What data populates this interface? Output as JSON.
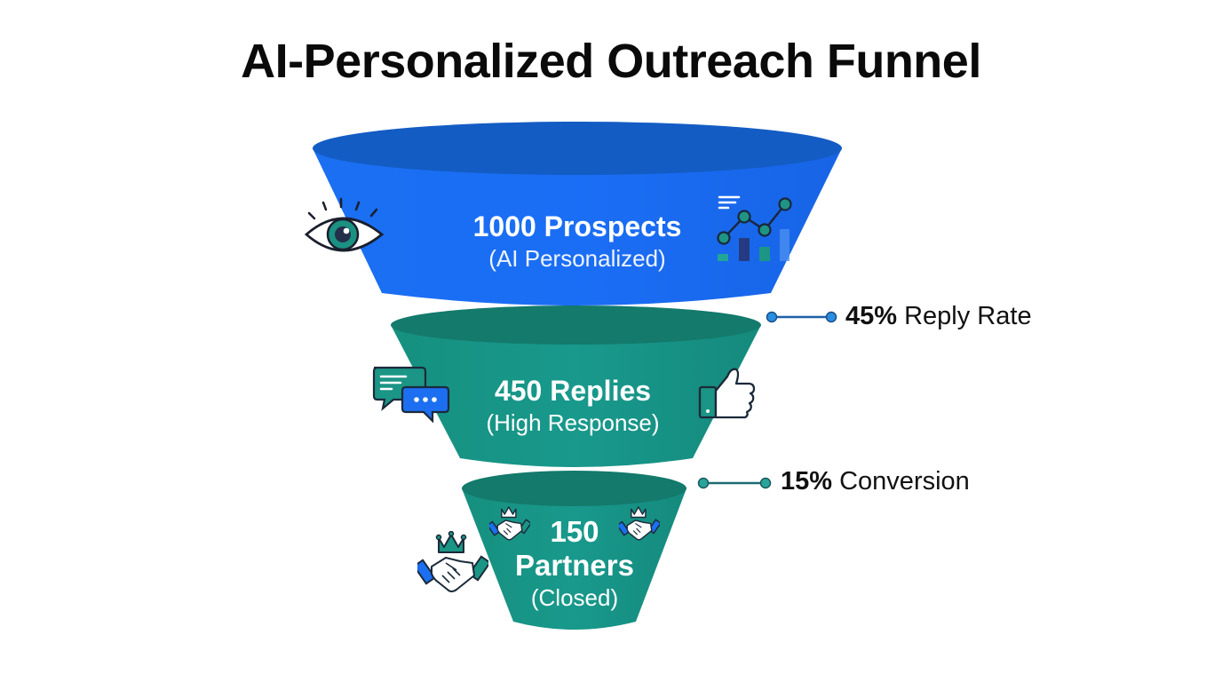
{
  "title": "AI-Personalized Outreach Funnel",
  "colors": {
    "tier1": "#1668f0",
    "tier1_top": "#1358c8",
    "tier2": "#17968a",
    "tier2_top": "#137568",
    "tier3": "#17968a",
    "tier3_top": "#137568",
    "connector1": "#1e74c8",
    "connector2": "#1f8a84"
  },
  "tiers": [
    {
      "value": "1000",
      "main": "1000 Prospects",
      "sub": "(AI Personalized)",
      "left_icon": "eye-icon",
      "right_icon": "analytics-chart-icon"
    },
    {
      "value": "450",
      "main": "450 Replies",
      "sub": "(High Response)",
      "left_icon": "chat-bubbles-icon",
      "right_icon": "thumbs-up-icon"
    },
    {
      "value": "150",
      "main_line1": "150",
      "main_line2": "Partners",
      "sub": "(Closed)",
      "left_icon": "handshake-crown-icon",
      "inner_icons": [
        "handshake-crown-icon",
        "handshake-crown-icon"
      ]
    }
  ],
  "rates": [
    {
      "percent": "45%",
      "label": "Reply Rate"
    },
    {
      "percent": "15%",
      "label": "Conversion"
    }
  ],
  "chart_data": {
    "type": "funnel",
    "title": "AI-Personalized Outreach Funnel",
    "categories": [
      "Prospects (AI Personalized)",
      "Replies (High Response)",
      "Partners (Closed)"
    ],
    "values": [
      1000,
      450,
      150
    ],
    "annotations": [
      "45% Reply Rate",
      "15% Conversion"
    ]
  }
}
